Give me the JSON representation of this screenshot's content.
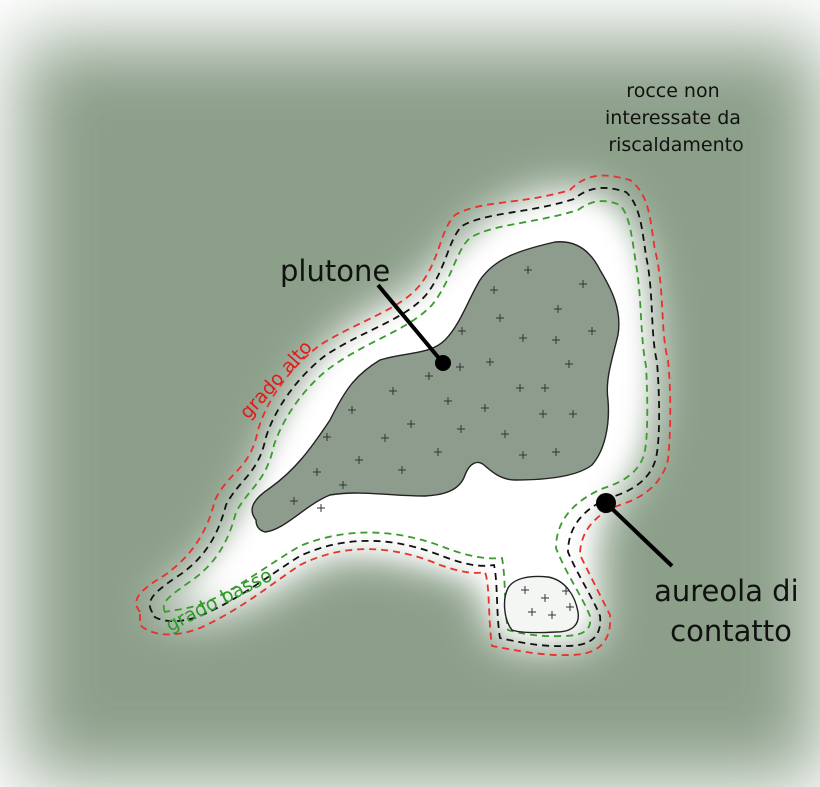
{
  "labels": {
    "host_rock": [
      "rocce non",
      "interessate da",
      "riscaldamento"
    ],
    "pluton": "plutone",
    "high_grade": "grado alto",
    "low_grade": "grado basso",
    "contact_aureole": [
      "aureola di",
      "contatto"
    ]
  },
  "colors": {
    "host_rock": "#8b9f89",
    "aureole_glow": "#ffffff",
    "pluton_fill": "#8e9c8d",
    "pluton_stroke": "#222222",
    "high_grade_line": "#e8302c",
    "mid_line": "#111111",
    "low_grade_line": "#3a9a2e",
    "high_grade_text": "#e01b1b",
    "low_grade_text": "#2e9a2b",
    "label_text": "#111111"
  },
  "icons": {
    "pluton_crystal": "plus-sign",
    "pointer": "filled-circle"
  }
}
